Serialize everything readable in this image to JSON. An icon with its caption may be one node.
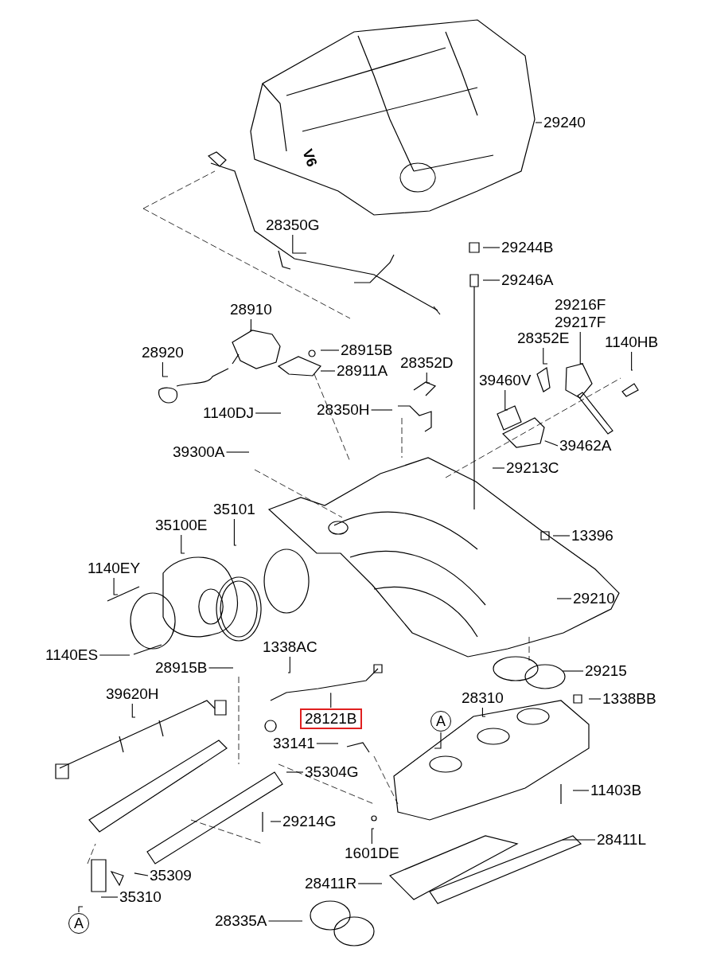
{
  "diagram": {
    "nodes": [
      {
        "text": [
          "29240"
        ]
      },
      {
        "text": [
          "28350G"
        ]
      },
      {
        "text": [
          "28910"
        ]
      },
      {
        "text": [
          "28920"
        ]
      },
      {
        "text": [
          "28915B"
        ]
      },
      {
        "text": [
          "28911A"
        ]
      },
      {
        "text": [
          "28352D"
        ]
      },
      {
        "text": [
          "28350H"
        ]
      },
      {
        "text": [
          "1140DJ"
        ]
      },
      {
        "text": [
          "39300A"
        ]
      },
      {
        "text": [
          "29244B"
        ]
      },
      {
        "text": [
          "29246A"
        ]
      },
      {
        "text": [
          "29216F",
          "29217F"
        ]
      },
      {
        "text": [
          "28352E"
        ]
      },
      {
        "text": [
          "1140HB"
        ]
      },
      {
        "text": [
          "39460V"
        ]
      },
      {
        "text": [
          "39462A"
        ]
      },
      {
        "text": [
          "29213C"
        ]
      },
      {
        "text": [
          "13396"
        ]
      },
      {
        "text": [
          "35101"
        ]
      },
      {
        "text": [
          "35100E"
        ]
      },
      {
        "text": [
          "1140EY"
        ]
      },
      {
        "text": [
          "29210"
        ]
      },
      {
        "text": [
          "1140ES"
        ]
      },
      {
        "text": [
          "1338AC"
        ]
      },
      {
        "text": [
          "28915B"
        ]
      },
      {
        "text": [
          "29215"
        ]
      },
      {
        "text": [
          "39620H"
        ]
      },
      {
        "text": [
          "28310"
        ]
      },
      {
        "text": [
          "1338BB"
        ]
      },
      {
        "text": [
          "28121B"
        ]
      },
      {
        "text": [
          "A"
        ]
      },
      {
        "text": [
          "33141"
        ]
      },
      {
        "text": [
          "35304G"
        ]
      },
      {
        "text": [
          "11403B"
        ]
      },
      {
        "text": [
          "29214G"
        ]
      },
      {
        "text": [
          "1601DE"
        ]
      },
      {
        "text": [
          "28411L"
        ]
      },
      {
        "text": [
          "28411R"
        ]
      },
      {
        "text": [
          "35309"
        ]
      },
      {
        "text": [
          "35310"
        ]
      },
      {
        "text": [
          "A"
        ]
      },
      {
        "text": [
          "28335A"
        ]
      }
    ],
    "edges": [
      {
        "from": 0,
        "to": null,
        "arrow": "none"
      },
      {
        "from": 1,
        "to": null,
        "arrow": "none"
      },
      {
        "from": 2,
        "to": null,
        "arrow": "none"
      },
      {
        "from": 3,
        "to": null,
        "arrow": "none"
      },
      {
        "from": 4,
        "to": null,
        "arrow": "none"
      },
      {
        "from": 5,
        "to": null,
        "arrow": "none"
      },
      {
        "from": 6,
        "to": null,
        "arrow": "none"
      },
      {
        "from": 7,
        "to": null,
        "arrow": "none"
      },
      {
        "from": 8,
        "to": null,
        "arrow": "none"
      },
      {
        "from": 9,
        "to": null,
        "arrow": "none"
      },
      {
        "from": 10,
        "to": null,
        "arrow": "none"
      },
      {
        "from": 11,
        "to": null,
        "arrow": "none"
      },
      {
        "from": 12,
        "to": null,
        "arrow": "none"
      },
      {
        "from": 13,
        "to": null,
        "arrow": "none"
      },
      {
        "from": 14,
        "to": null,
        "arrow": "none"
      },
      {
        "from": 15,
        "to": null,
        "arrow": "none"
      },
      {
        "from": 16,
        "to": null,
        "arrow": "none"
      },
      {
        "from": 17,
        "to": null,
        "arrow": "none"
      },
      {
        "from": 18,
        "to": null,
        "arrow": "none"
      },
      {
        "from": 19,
        "to": null,
        "arrow": "none"
      },
      {
        "from": 20,
        "to": null,
        "arrow": "none"
      },
      {
        "from": 21,
        "to": null,
        "arrow": "none"
      },
      {
        "from": 22,
        "to": null,
        "arrow": "none"
      },
      {
        "from": 23,
        "to": null,
        "arrow": "none"
      },
      {
        "from": 24,
        "to": null,
        "arrow": "none"
      },
      {
        "from": 25,
        "to": null,
        "arrow": "none"
      },
      {
        "from": 26,
        "to": null,
        "arrow": "none"
      },
      {
        "from": 27,
        "to": null,
        "arrow": "none"
      },
      {
        "from": 28,
        "to": null,
        "arrow": "none"
      },
      {
        "from": 29,
        "to": null,
        "arrow": "none"
      },
      {
        "from": 30,
        "to": null,
        "arrow": "none"
      },
      {
        "from": 31,
        "to": null,
        "arrow": "none"
      },
      {
        "from": 32,
        "to": null,
        "arrow": "none"
      },
      {
        "from": 33,
        "to": null,
        "arrow": "none"
      },
      {
        "from": 34,
        "to": null,
        "arrow": "none"
      },
      {
        "from": 35,
        "to": null,
        "arrow": "none"
      },
      {
        "from": 36,
        "to": null,
        "arrow": "none"
      },
      {
        "from": 37,
        "to": null,
        "arrow": "none"
      },
      {
        "from": 38,
        "to": null,
        "arrow": "none"
      },
      {
        "from": 39,
        "to": null,
        "arrow": "none"
      },
      {
        "from": 40,
        "to": null,
        "arrow": "none"
      },
      {
        "from": 41,
        "to": null,
        "arrow": "none"
      },
      {
        "from": 42,
        "to": null,
        "arrow": "none"
      }
    ],
    "labels": [
      "V6"
    ]
  }
}
